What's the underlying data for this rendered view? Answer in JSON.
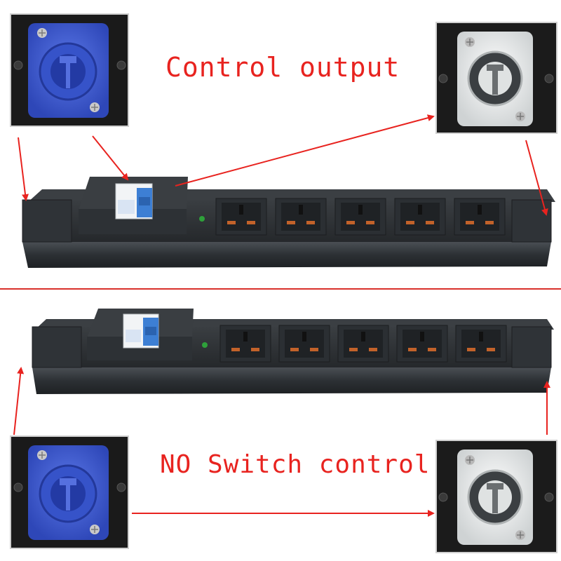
{
  "captions": {
    "top": "Control output",
    "bottom": "NO Switch control"
  },
  "colors": {
    "arrow": "#e8231f",
    "divider": "#d9302a",
    "pdu_body": "#2e3236",
    "socket_blue": "#3f5fd9",
    "socket_white": "#e9ebeb",
    "breaker_blue": "#3d7fd4"
  },
  "icons": [
    "blue-powercon-connector",
    "white-powercon-connector",
    "circuit-breaker",
    "universal-socket",
    "indicator-light",
    "screw-icon"
  ]
}
